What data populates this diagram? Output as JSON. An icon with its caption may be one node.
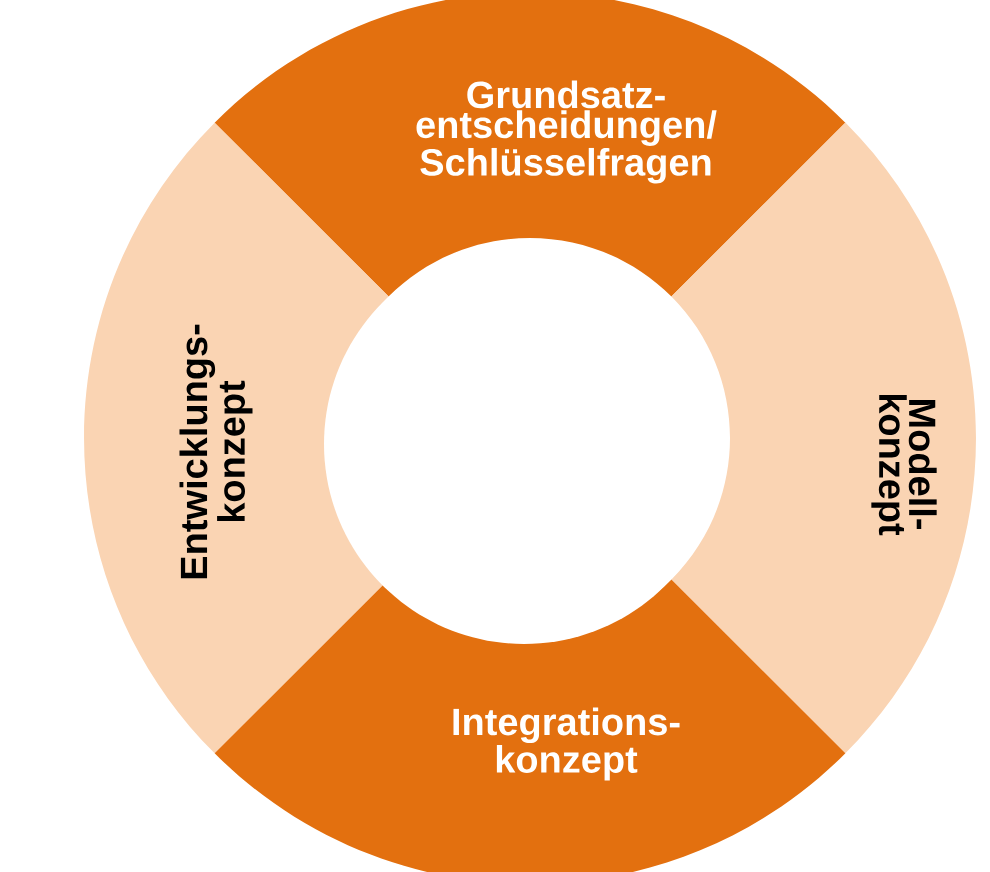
{
  "diagram": {
    "nodes": [
      {
        "text": [
          "Grundsatz- entscheidungen/ Schlüsselfragen"
        ]
      },
      {
        "text": [
          "Entwicklungs- konzept"
        ]
      },
      {
        "text": [
          "Modell- konzept"
        ]
      },
      {
        "text": [
          "Integrations- konzept"
        ]
      },
      {
        "text": [],
        "shape": "circle"
      }
    ]
  }
}
